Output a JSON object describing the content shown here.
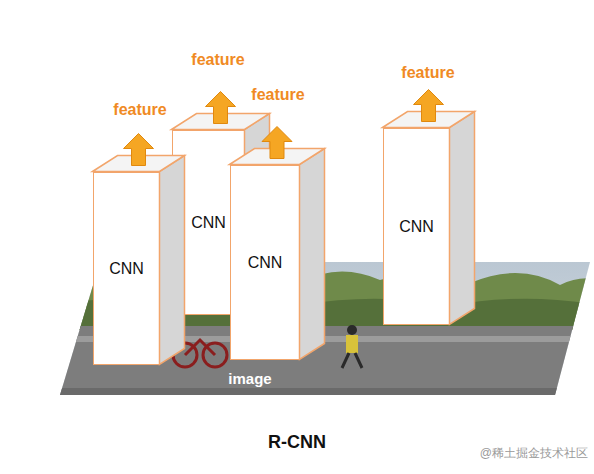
{
  "diagram": {
    "title": "R-CNN",
    "nodes": [
      {
        "text": [
          "CNN"
        ]
      },
      {
        "text": [
          "CNN"
        ]
      },
      {
        "text": [
          "CNN"
        ]
      },
      {
        "text": [
          "CNN"
        ]
      }
    ],
    "labels": [
      "feature",
      "feature",
      "feature",
      "feature",
      "image",
      "@稀土掘金技术社区"
    ]
  }
}
